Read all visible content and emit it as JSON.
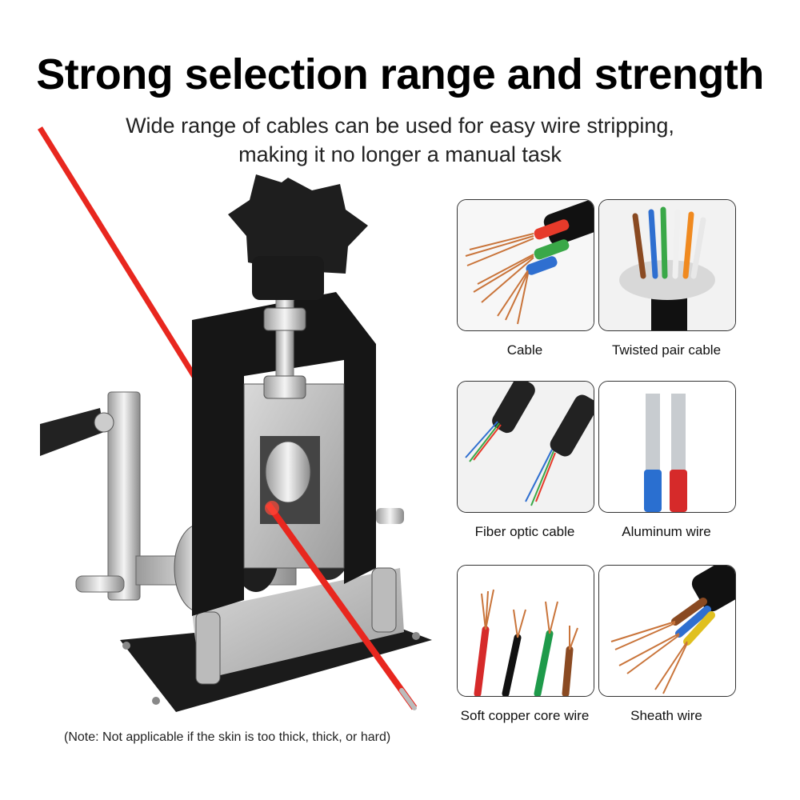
{
  "header": {
    "title": "Strong selection range and strength",
    "subtitle_line1": "Wide range of cables can be used for easy wire stripping,",
    "subtitle_line2": "making it no longer a manual task"
  },
  "cables": [
    {
      "label": "Cable"
    },
    {
      "label": "Twisted pair cable"
    },
    {
      "label": "Fiber optic cable"
    },
    {
      "label": "Aluminum wire"
    },
    {
      "label": "Soft copper core wire"
    },
    {
      "label": "Sheath wire"
    }
  ],
  "note": "(Note: Not applicable if the skin is too thick, thick, or hard)",
  "colors": {
    "wire_red": "#e8271f",
    "machine_black": "#1a1a1a",
    "steel": "#c9c9c9",
    "copper": "#c9743a"
  }
}
